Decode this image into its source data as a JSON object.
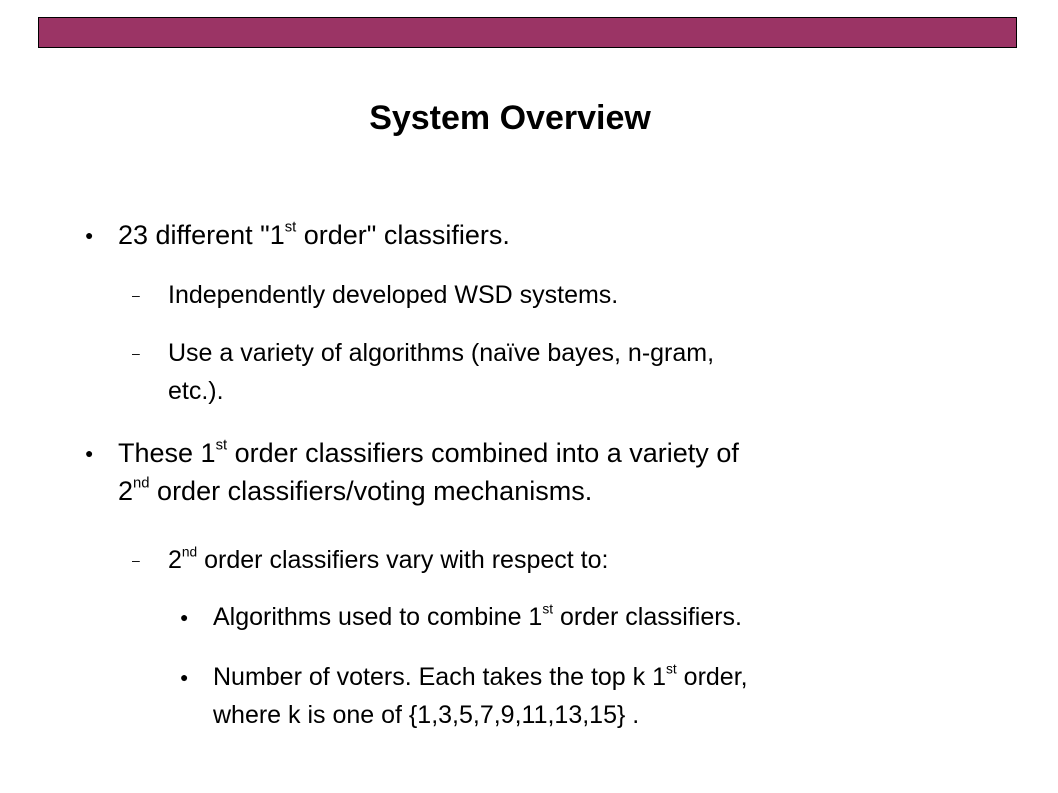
{
  "colors": {
    "top_bar": "#9b3465",
    "text": "#000000",
    "background": "#ffffff"
  },
  "icons": {
    "level1_bullet": "black-dot",
    "level2_bullet": "en-dash",
    "level3_bullet": "black-dot"
  },
  "slide": {
    "title": "System Overview",
    "bullet1": {
      "a": "23 different \"1",
      "sup": "st",
      "b": " order\" classifiers."
    },
    "sub1a": "Independently developed WSD systems.",
    "sub1b": {
      "line1": "Use a variety of algorithms (naïve bayes, n-gram,",
      "line2": "etc.)."
    },
    "bullet2": {
      "a": "These 1",
      "sup1": "st",
      "b": " order classifiers combined into a variety of",
      "c": "2",
      "sup2": "nd",
      "d": " order classifiers/voting mechanisms."
    },
    "sub2a": {
      "a": "2",
      "sup": "nd",
      "b": " order classifiers vary with respect to:"
    },
    "subsub1": {
      "a": "Algorithms used to combine 1",
      "sup": "st",
      "b": " order classifiers."
    },
    "subsub2": {
      "a": "Number of voters. Each takes the top k 1",
      "sup": "st",
      "b": " order,",
      "line2": "where k is one of {1,3,5,7,9,11,13,15} ."
    }
  }
}
